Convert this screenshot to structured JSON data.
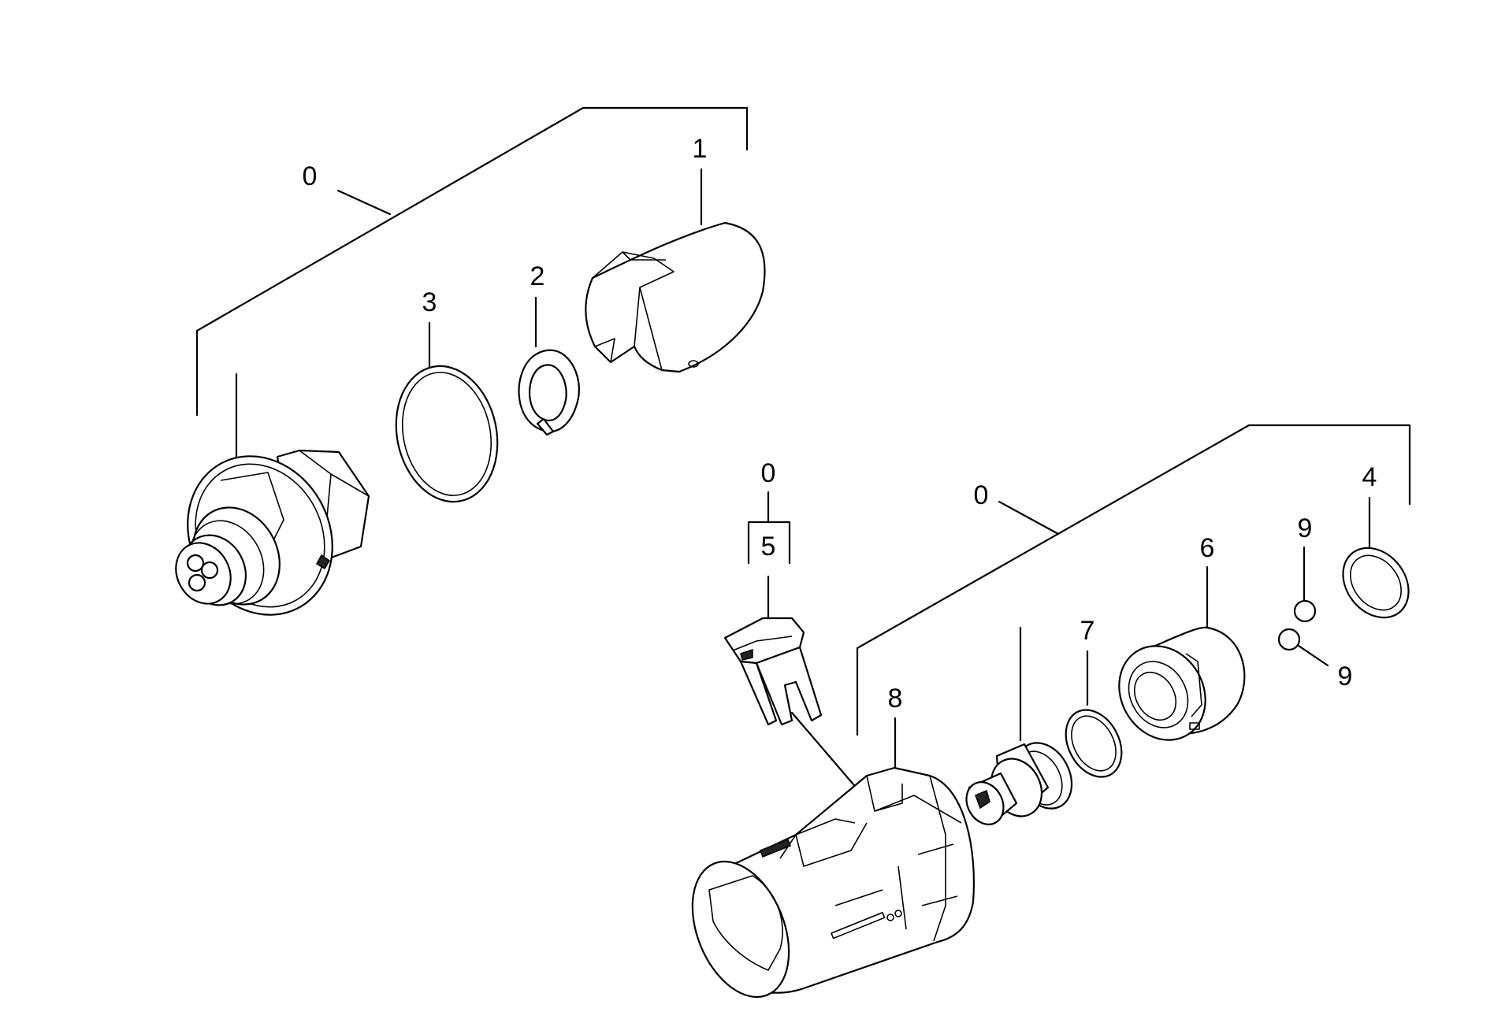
{
  "diagram": {
    "callouts": {
      "assembly_upper": "0",
      "part_1": "1",
      "part_2": "2",
      "part_3": "3",
      "assembly_clip": "0",
      "part_5": "5",
      "assembly_lower": "0",
      "part_4": "4",
      "part_9_top": "9",
      "part_6": "6",
      "part_9_bottom": "9",
      "part_7": "7",
      "part_8": "8"
    }
  }
}
